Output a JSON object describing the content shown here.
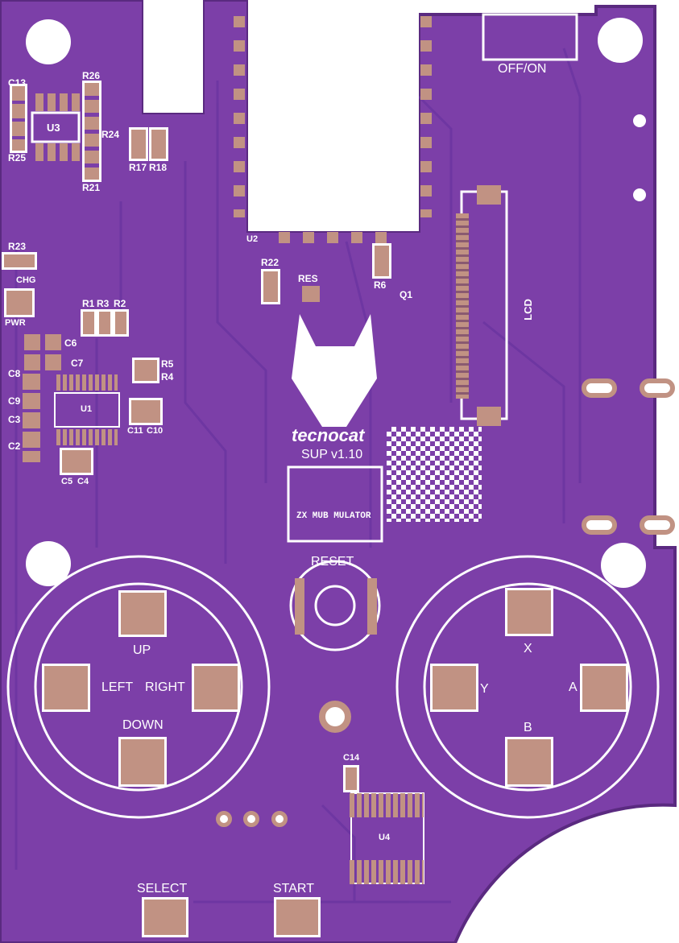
{
  "colors": {
    "board": "#7c3fa8",
    "pad": "#c19283",
    "silk": "#ffffff",
    "edge": "#5a2a80"
  },
  "brand": {
    "name": "tecnocat",
    "version": "SUP v1.10",
    "logo_text": "ZX MUB MULATOR"
  },
  "labels": {
    "switch": "OFF/ON",
    "lcd": "LCD",
    "u1": "U1",
    "u2": "U2",
    "u3": "U3",
    "u4": "U4",
    "c13": "C13",
    "r25": "R25",
    "r26": "R26",
    "r24": "R24",
    "r21": "R21",
    "r17": "R17",
    "r18": "R18",
    "r23": "R23",
    "chg": "CHG",
    "pwr": "PWR",
    "r22": "R22",
    "res": "RES",
    "r6": "R6",
    "q1": "Q1",
    "r1": "R1",
    "r3": "R3",
    "r2": "R2",
    "r5": "R5",
    "r4": "R4",
    "c6": "C6",
    "c7": "C7",
    "c8": "C8",
    "c9": "C9",
    "c3": "C3",
    "c2": "C2",
    "c11": "C11",
    "c10": "C10",
    "c5": "C5",
    "c4": "C4",
    "c14": "C14"
  },
  "buttons": {
    "up": "UP",
    "down": "DOWN",
    "left": "LEFT",
    "right": "RIGHT",
    "x": "X",
    "y": "Y",
    "a": "A",
    "b": "B",
    "reset": "RESET",
    "select": "SELECT",
    "start": "START"
  }
}
